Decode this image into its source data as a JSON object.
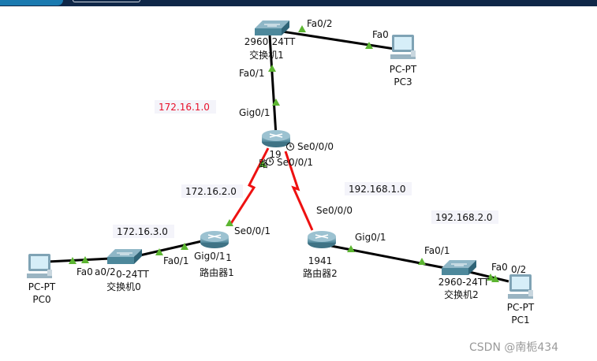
{
  "networks": {
    "n1": "172.16.1.0",
    "n2": "172.16.2.0",
    "n3": "172.16.3.0",
    "n4": "192.168.1.0",
    "n5": "192.168.2.0"
  },
  "devices": {
    "switch1": {
      "model": "2960-24TT",
      "name": "交换机1"
    },
    "switch0": {
      "model": "0-24TT",
      "name": "交换机0"
    },
    "switch2": {
      "model": "2960-24TT",
      "name": "交换机2"
    },
    "router0": {
      "model": "19",
      "name": "路"
    },
    "router1": {
      "model": "1",
      "name": "路由器1"
    },
    "router2": {
      "model": "1941",
      "name": "路由器2"
    },
    "pc3": {
      "model": "PC-PT",
      "name": "PC3"
    },
    "pc0": {
      "model": "PC-PT",
      "name": "PC0"
    },
    "pc1": {
      "model": "PC-PT",
      "name": "PC1"
    }
  },
  "ports": {
    "sw1_fa02": "Fa0/2",
    "pc3_fa0": "Fa0",
    "sw1_fa01": "Fa0/1",
    "r0_gig01": "Gig0/1",
    "r0_se000": "Se0/0/0",
    "r0_se001": "Se0/0/1",
    "r1_se001": "Se0/0/1",
    "r1_gig01": "Gig0/1",
    "r2_se000": "Se0/0/0",
    "r2_gig01": "Gig0/1",
    "sw0_fa01": "Fa0/1",
    "pc0_fa0": "Fa0",
    "sw0_fa02": "a0/2",
    "sw2_fa01": "Fa0/1",
    "sw2_fa02": "0/2",
    "pc1_fa0": "Fa0"
  },
  "watermark": "CSDN @南栀434",
  "colors": {
    "ethernet": "#000000",
    "serial": "#ee1111",
    "link_up": "#5cb531",
    "network_label_highlight": "#e8102a"
  }
}
